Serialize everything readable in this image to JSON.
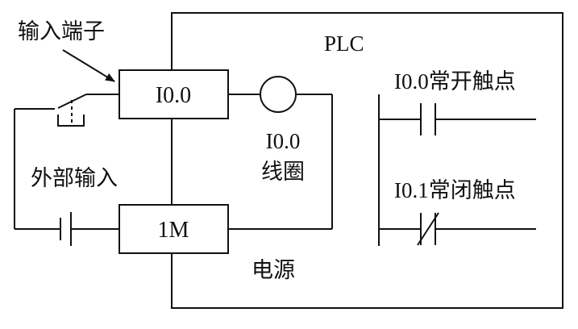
{
  "labels": {
    "input_terminal": "输入端子",
    "plc": "PLC",
    "terminal_i00": "I0.0",
    "terminal_1m": "1M",
    "coil_name": "I0.0",
    "coil_word": "线圈",
    "external_input": "外部输入",
    "power_source": "电源",
    "contact_no": "I0.0常开触点",
    "contact_nc": "I0.1常闭触点"
  },
  "colors": {
    "line": "#111111",
    "background": "#ffffff"
  }
}
